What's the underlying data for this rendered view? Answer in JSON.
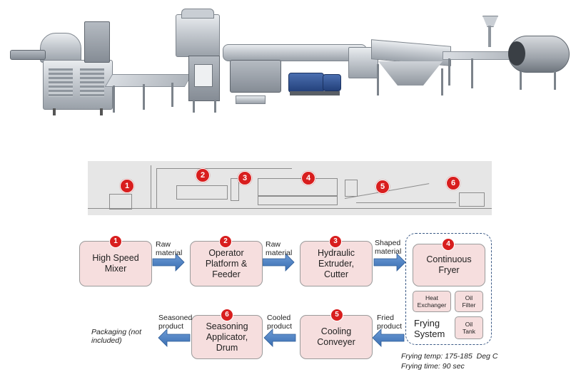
{
  "schematic": {
    "badges": [
      "1",
      "2",
      "3",
      "4",
      "5",
      "6"
    ]
  },
  "process": {
    "steps": [
      {
        "num": "1",
        "label": "High Speed Mixer"
      },
      {
        "num": "2",
        "label": "Operator Platform & Feeder"
      },
      {
        "num": "3",
        "label": "Hydraulic Extruder, Cutter"
      },
      {
        "num": "4",
        "label": "Continuous Fryer"
      },
      {
        "num": "5",
        "label": "Cooling Conveyer"
      },
      {
        "num": "6",
        "label": "Seasoning Applicator, Drum"
      }
    ],
    "flows": {
      "f1": [
        "Raw",
        "material"
      ],
      "f2": [
        "Raw",
        "material"
      ],
      "f3": [
        "Shaped",
        "material"
      ],
      "f4": [
        "Fried",
        "product"
      ],
      "f5": [
        "Cooled",
        "product"
      ],
      "f6": [
        "Seasoned",
        "product"
      ]
    },
    "frying_system": {
      "title": [
        "Frying",
        "System"
      ],
      "components": {
        "heat_exchanger": [
          "Heat",
          "Exchanger"
        ],
        "oil_filter": [
          "Oil",
          "Filter"
        ],
        "oil_tank": [
          "Oil",
          "Tank"
        ]
      },
      "temp_note": "Frying temp: 175-185  Deg C",
      "time_note": "Frying time: 90 sec"
    },
    "packaging_note": [
      "Packaging (not",
      "included)"
    ]
  },
  "colors": {
    "box_fill": "#f6dede",
    "badge_red": "#d81e1e",
    "arrow_blue": "#4a7fc0",
    "dashed_border": "#3b5a86"
  }
}
